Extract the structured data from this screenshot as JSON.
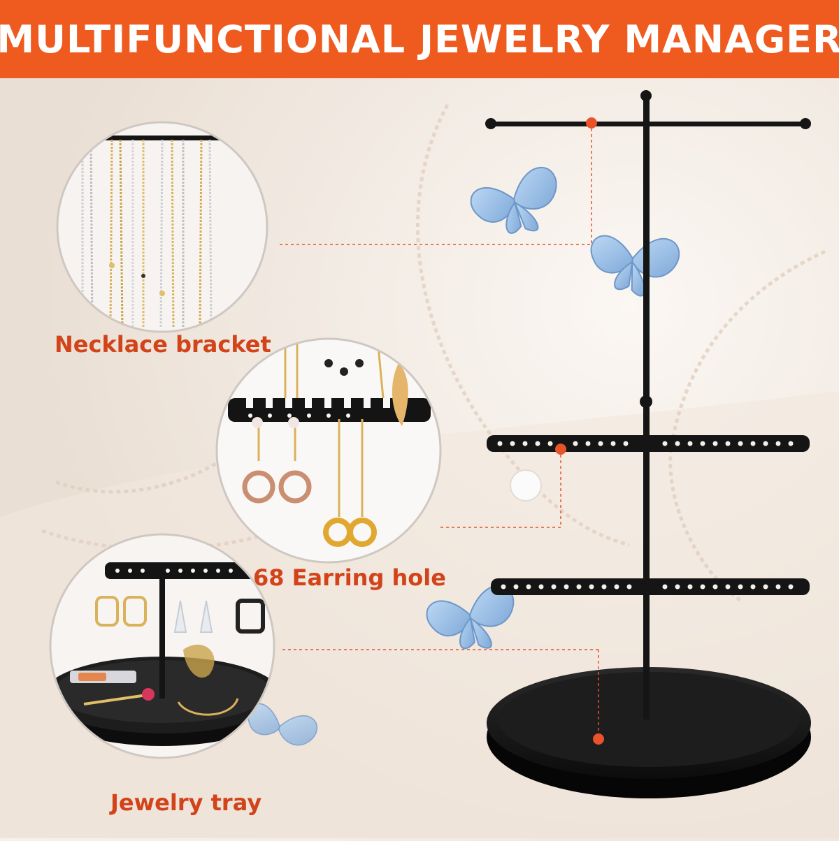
{
  "banner": {
    "title": "MULTIFUNCTIONAL JEWELRY MANAGER"
  },
  "captions": {
    "necklace": "Necklace bracket",
    "earring": "68 Earring hole",
    "tray": "Jewelry tray"
  },
  "colors": {
    "banner": "#ef5a1f",
    "accent_text": "#d2431a",
    "callout": "#e8532a",
    "stand": "#141414"
  }
}
